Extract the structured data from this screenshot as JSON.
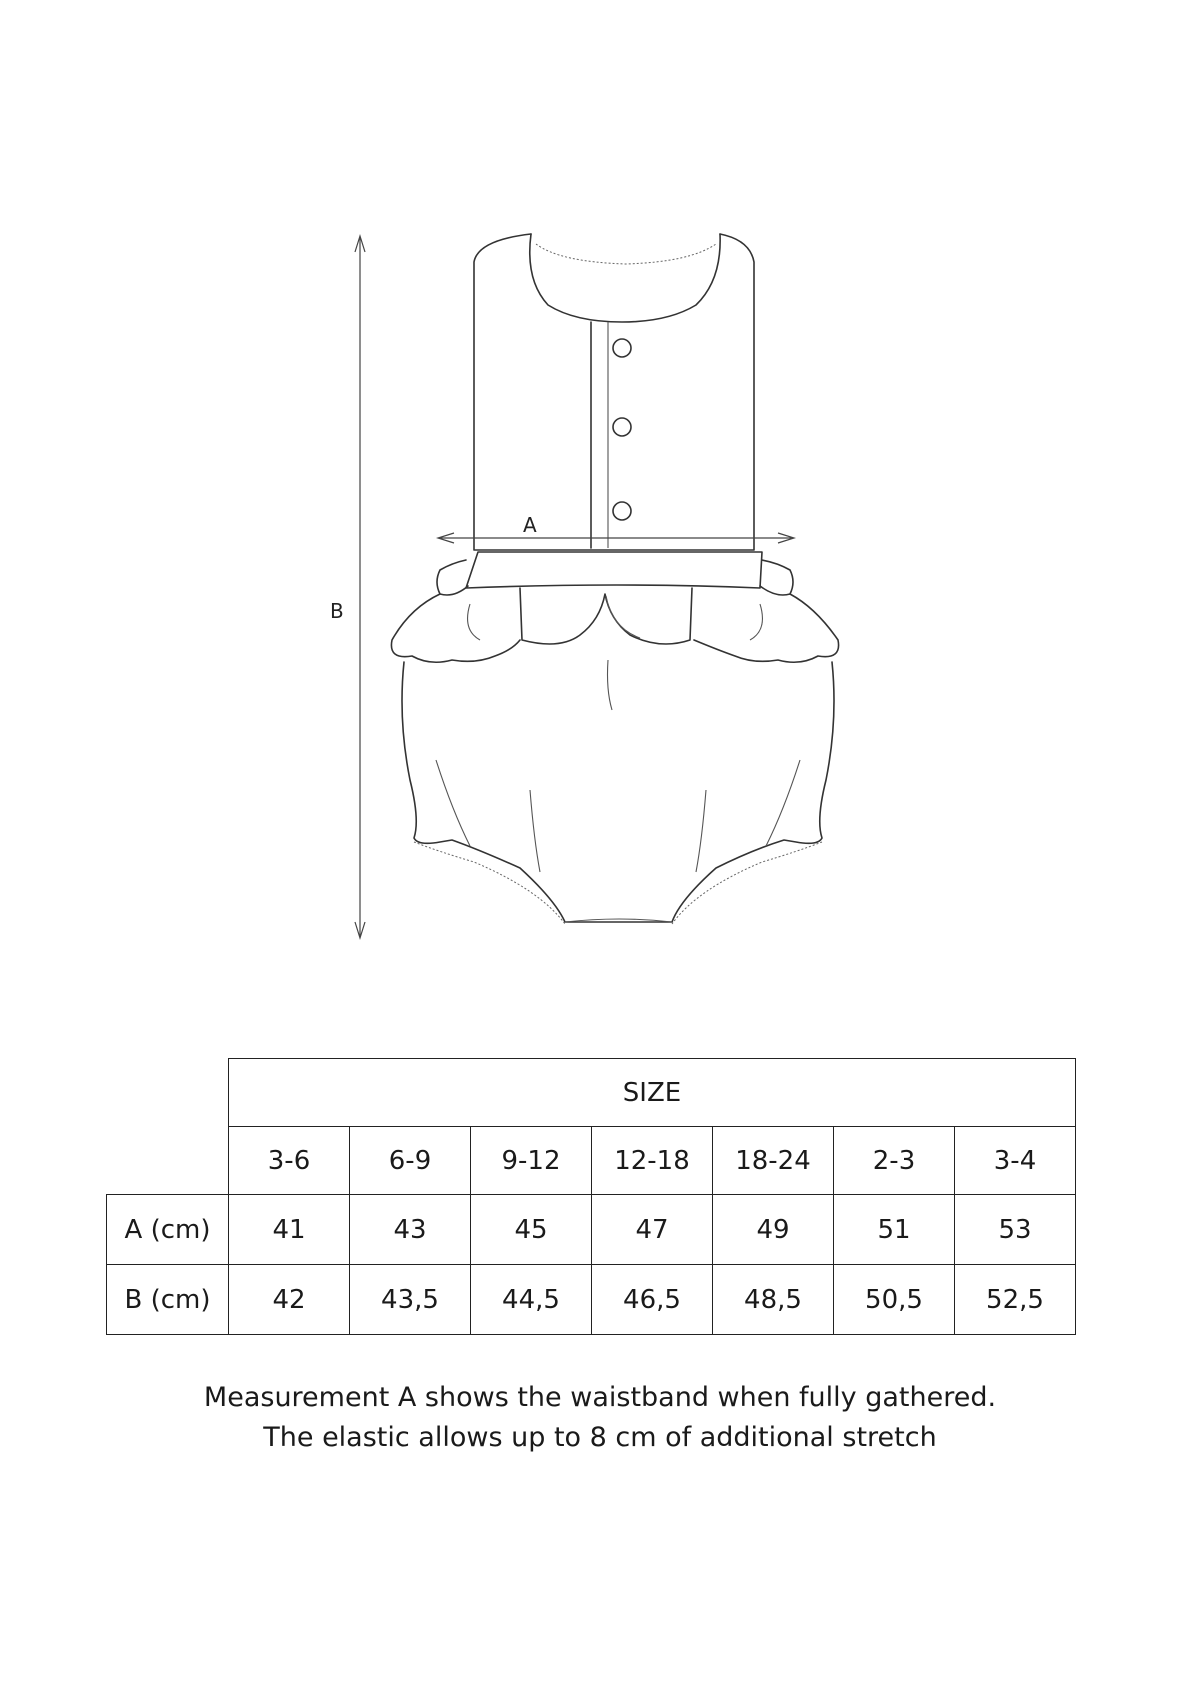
{
  "diagram": {
    "labels": {
      "a": "A",
      "b": "B"
    }
  },
  "table": {
    "size_header": "SIZE",
    "sizes": [
      "3-6",
      "6-9",
      "9-12",
      "12-18",
      "18-24",
      "2-3",
      "3-4"
    ],
    "rows": [
      {
        "label": "A (cm)",
        "values": [
          "41",
          "43",
          "45",
          "47",
          "49",
          "51",
          "53"
        ]
      },
      {
        "label": "B (cm)",
        "values": [
          "42",
          "43,5",
          "44,5",
          "46,5",
          "48,5",
          "50,5",
          "52,5"
        ]
      }
    ]
  },
  "note": {
    "line1": "Measurement A shows the waistband when fully gathered.",
    "line2": "The elastic allows up to 8 cm of additional stretch"
  }
}
